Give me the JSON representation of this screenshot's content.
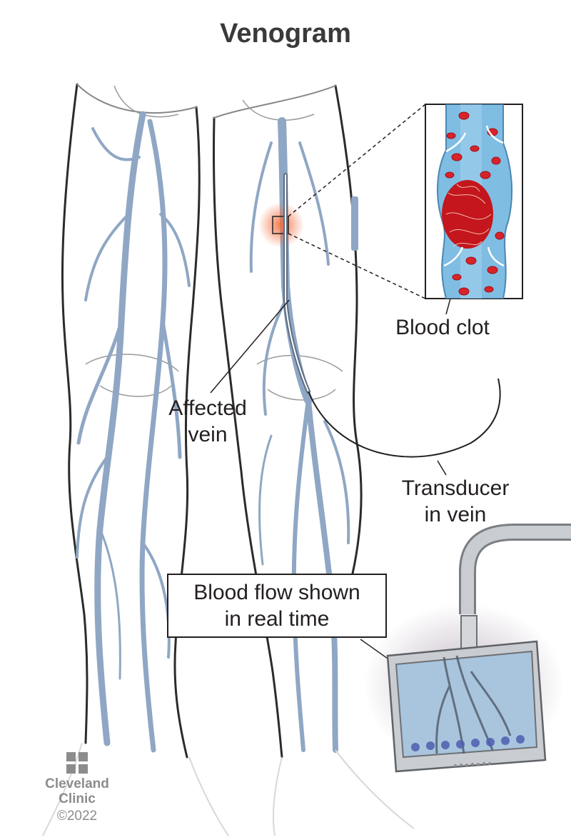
{
  "title": "Venogram",
  "labels": {
    "affected_vein": [
      "Affected",
      "vein"
    ],
    "blood_clot": "Blood clot",
    "transducer": [
      "Transducer",
      "in vein"
    ],
    "blood_flow": [
      "Blood flow shown",
      "in real time"
    ]
  },
  "brand": {
    "name_line1": "Cleveland",
    "name_line2": "Clinic",
    "copyright": "©2022"
  },
  "colors": {
    "skin_outline": "#2b2b2b",
    "vein": "#8fa7c4",
    "vein_dark": "#6c87ab",
    "blood_vessel": "#7fbde3",
    "red_cell": "#d8232a",
    "monitor": "#c9ccd1",
    "screen": "#a9c4dd",
    "brand_gray": "#8c8c8c"
  }
}
